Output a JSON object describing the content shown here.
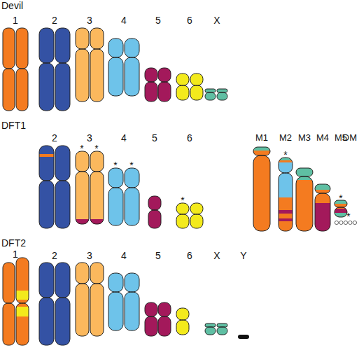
{
  "diagram": {
    "labels": [
      "Devil",
      "1",
      "2",
      "3",
      "4",
      "5",
      "6",
      "X",
      "DFT1",
      "2",
      "3",
      "4",
      "5",
      "6",
      "M1",
      "M2",
      "M3",
      "M4",
      "M5",
      "DM",
      "*",
      "*",
      "*",
      "*",
      "*",
      "*",
      "*",
      "*",
      "DFT2",
      "1",
      "2",
      "3",
      "4",
      "5",
      "6",
      "X",
      "Y"
    ]
  }
}
